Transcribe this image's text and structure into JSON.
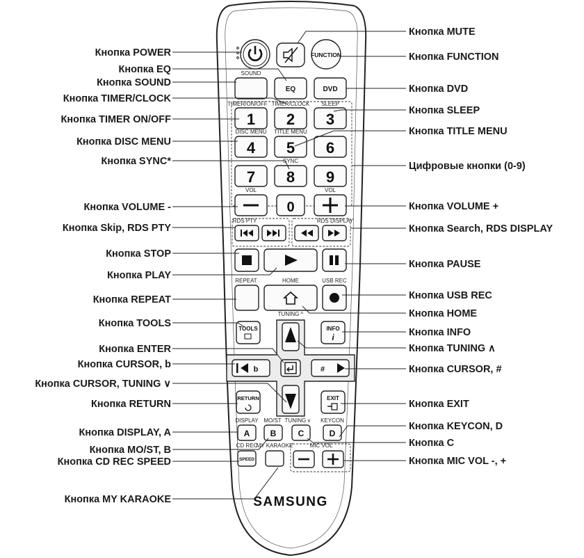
{
  "brand": "SAMSUNG",
  "remote_labels": {
    "sound": "SOUND",
    "timer_onoff": "TIMER/ON/OFF",
    "timer_clock": "TIMER/CLOCK",
    "sleep": "SLEEP",
    "disc_menu": "DISC MENU",
    "title_menu": "TITLE MENU",
    "sync": "SYNC",
    "vol": "VOL",
    "rds_pty": "RDS PTY",
    "rds_display": "RDS DISPLAY",
    "repeat": "REPEAT",
    "home": "HOME",
    "usb_rec": "USB REC",
    "tuning_up": "TUNING ^",
    "tuning_down": "TUNING v",
    "display": "DISPLAY",
    "mo_st": "MO/ST",
    "keycon": "KEYCON",
    "cd_rec": "CD REC",
    "my_karaoke": "MY KARAOKE",
    "mic_vol": "MIC VOL"
  },
  "keys": {
    "function": "FUNCTION",
    "eq": "EQ",
    "dvd": "DVD",
    "digits": [
      "1",
      "2",
      "3",
      "4",
      "5",
      "6",
      "7",
      "8",
      "9",
      "0"
    ],
    "tools": "TOOLS",
    "info": "INFO",
    "info_i": "i",
    "return": "RETURN",
    "exit": "EXIT",
    "a": "A",
    "b": "B",
    "c": "C",
    "d": "D",
    "speed": "SPEED",
    "cursor_b": "b",
    "cursor_hash": "#"
  },
  "callouts_left": [
    "Кнопка POWER",
    "Кнопка EQ",
    "Кнопка SOUND",
    "Кнопка TIMER/CLOCK",
    "Кнопка TIMER ON/OFF",
    "Кнопка DISC MENU",
    "Кнопка SYNC*",
    "Кнопка VOLUME -",
    "Кнопка Skip, RDS PTY",
    "Кнопка STOP",
    "Кнопка PLAY",
    "Кнопка REPEAT",
    "Кнопка TOOLS",
    "Кнопка ENTER",
    "Кнопка CURSOR, b",
    "Кнопка CURSOR, TUNING ∨",
    "Кнопка RETURN",
    "Кнопка DISPLAY, A",
    "Кнопка MO/ST, B",
    "Кнопка CD REC SPEED",
    "Кнопка MY KARAOKE"
  ],
  "callouts_right": [
    "Кнопка MUTE",
    "Кнопка FUNCTION",
    "Кнопка DVD",
    "Кнопка SLEEP",
    "Кнопка TITLE MENU",
    "Цифровые кнопки (0-9)",
    "Кнопка VOLUME +",
    "Кнопка Search, RDS DISPLAY",
    "Кнопка PAUSE",
    "Кнопка USB REC",
    "Кнопка HOME",
    "Кнопка INFO",
    "Кнопка TUNING ∧",
    "Кнопка CURSOR, #",
    "Кнопка EXIT",
    "Кнопка KEYCON, D",
    "Кнопка C",
    "Кнопка MIC VOL -, +"
  ]
}
